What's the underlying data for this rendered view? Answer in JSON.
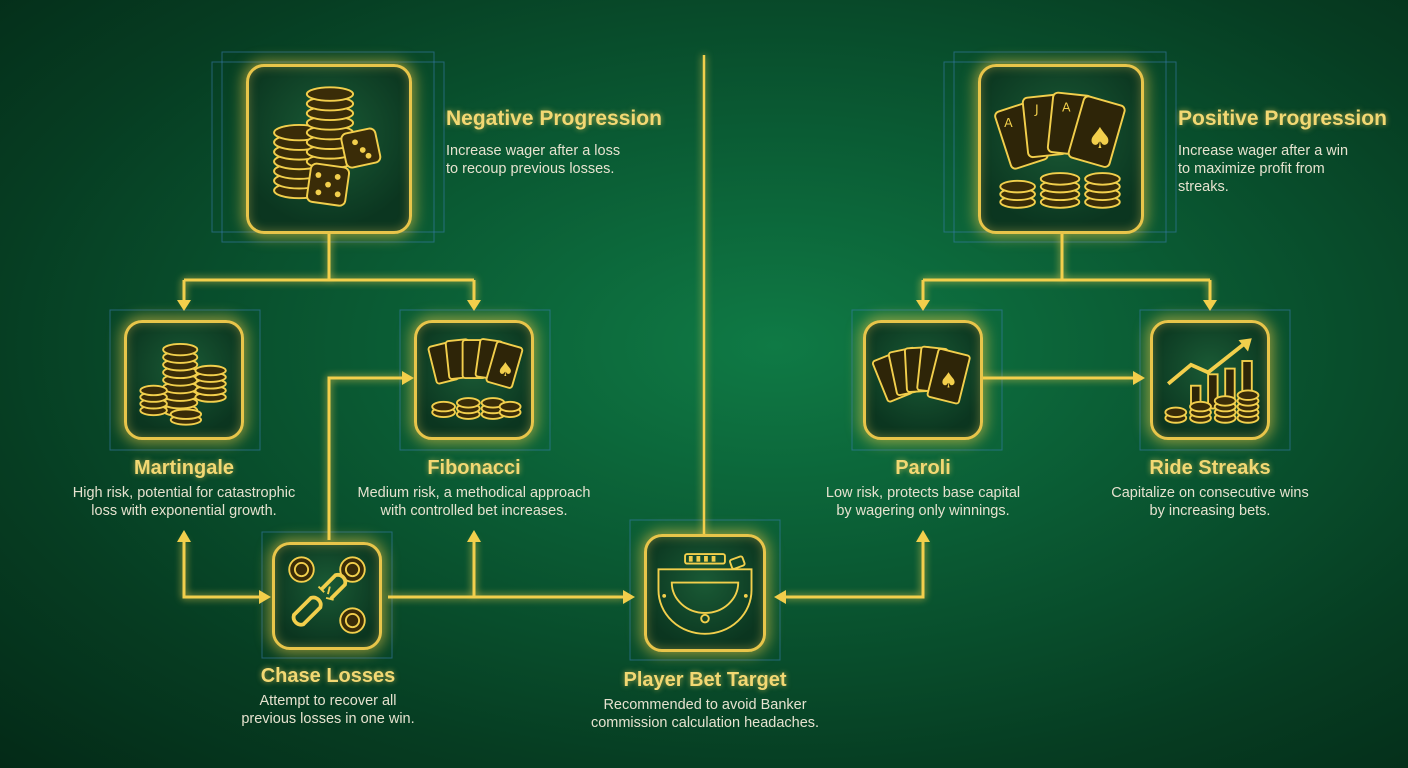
{
  "diagram": {
    "negative_progression": {
      "title": "Negative Progression",
      "description": "Increase wager after a loss\nto recoup previous losses.",
      "icon": "chips-and-dice-icon"
    },
    "positive_progression": {
      "title": "Positive Progression",
      "description": "Increase wager after a win\nto maximize profit from\nstreaks.",
      "icon": "aces-and-chips-icon"
    },
    "martingale": {
      "title": "Martingale",
      "description": "High risk, potential for catastrophic\nloss with exponential growth.",
      "icon": "chip-stacks-icon"
    },
    "fibonacci": {
      "title": "Fibonacci",
      "description": "Medium risk, a methodical approach\nwith controlled bet increases.",
      "icon": "cards-and-chips-icon"
    },
    "paroli": {
      "title": "Paroli",
      "description": "Low risk, protects base capital\nby wagering only winnings.",
      "icon": "playing-cards-icon"
    },
    "ride_streaks": {
      "title": "Ride Streaks",
      "description": "Capitalize on consecutive wins\nby increasing bets.",
      "icon": "growth-chart-icon"
    },
    "chase_losses": {
      "title": "Chase Losses",
      "description": "Attempt to recover all\nprevious losses in one win.",
      "icon": "broken-chain-icon"
    },
    "player_bet_target": {
      "title": "Player Bet Target",
      "description": "Recommended to avoid Banker\ncommission calculation headaches.",
      "icon": "baccarat-table-icon"
    },
    "card_glyphs": {
      "ace": "A",
      "jack": "J",
      "spade": "♠"
    },
    "colors": {
      "accent_gold": "#f2cf4c",
      "background_green": "#0a5a33",
      "text_light": "#e6e2cf"
    }
  }
}
